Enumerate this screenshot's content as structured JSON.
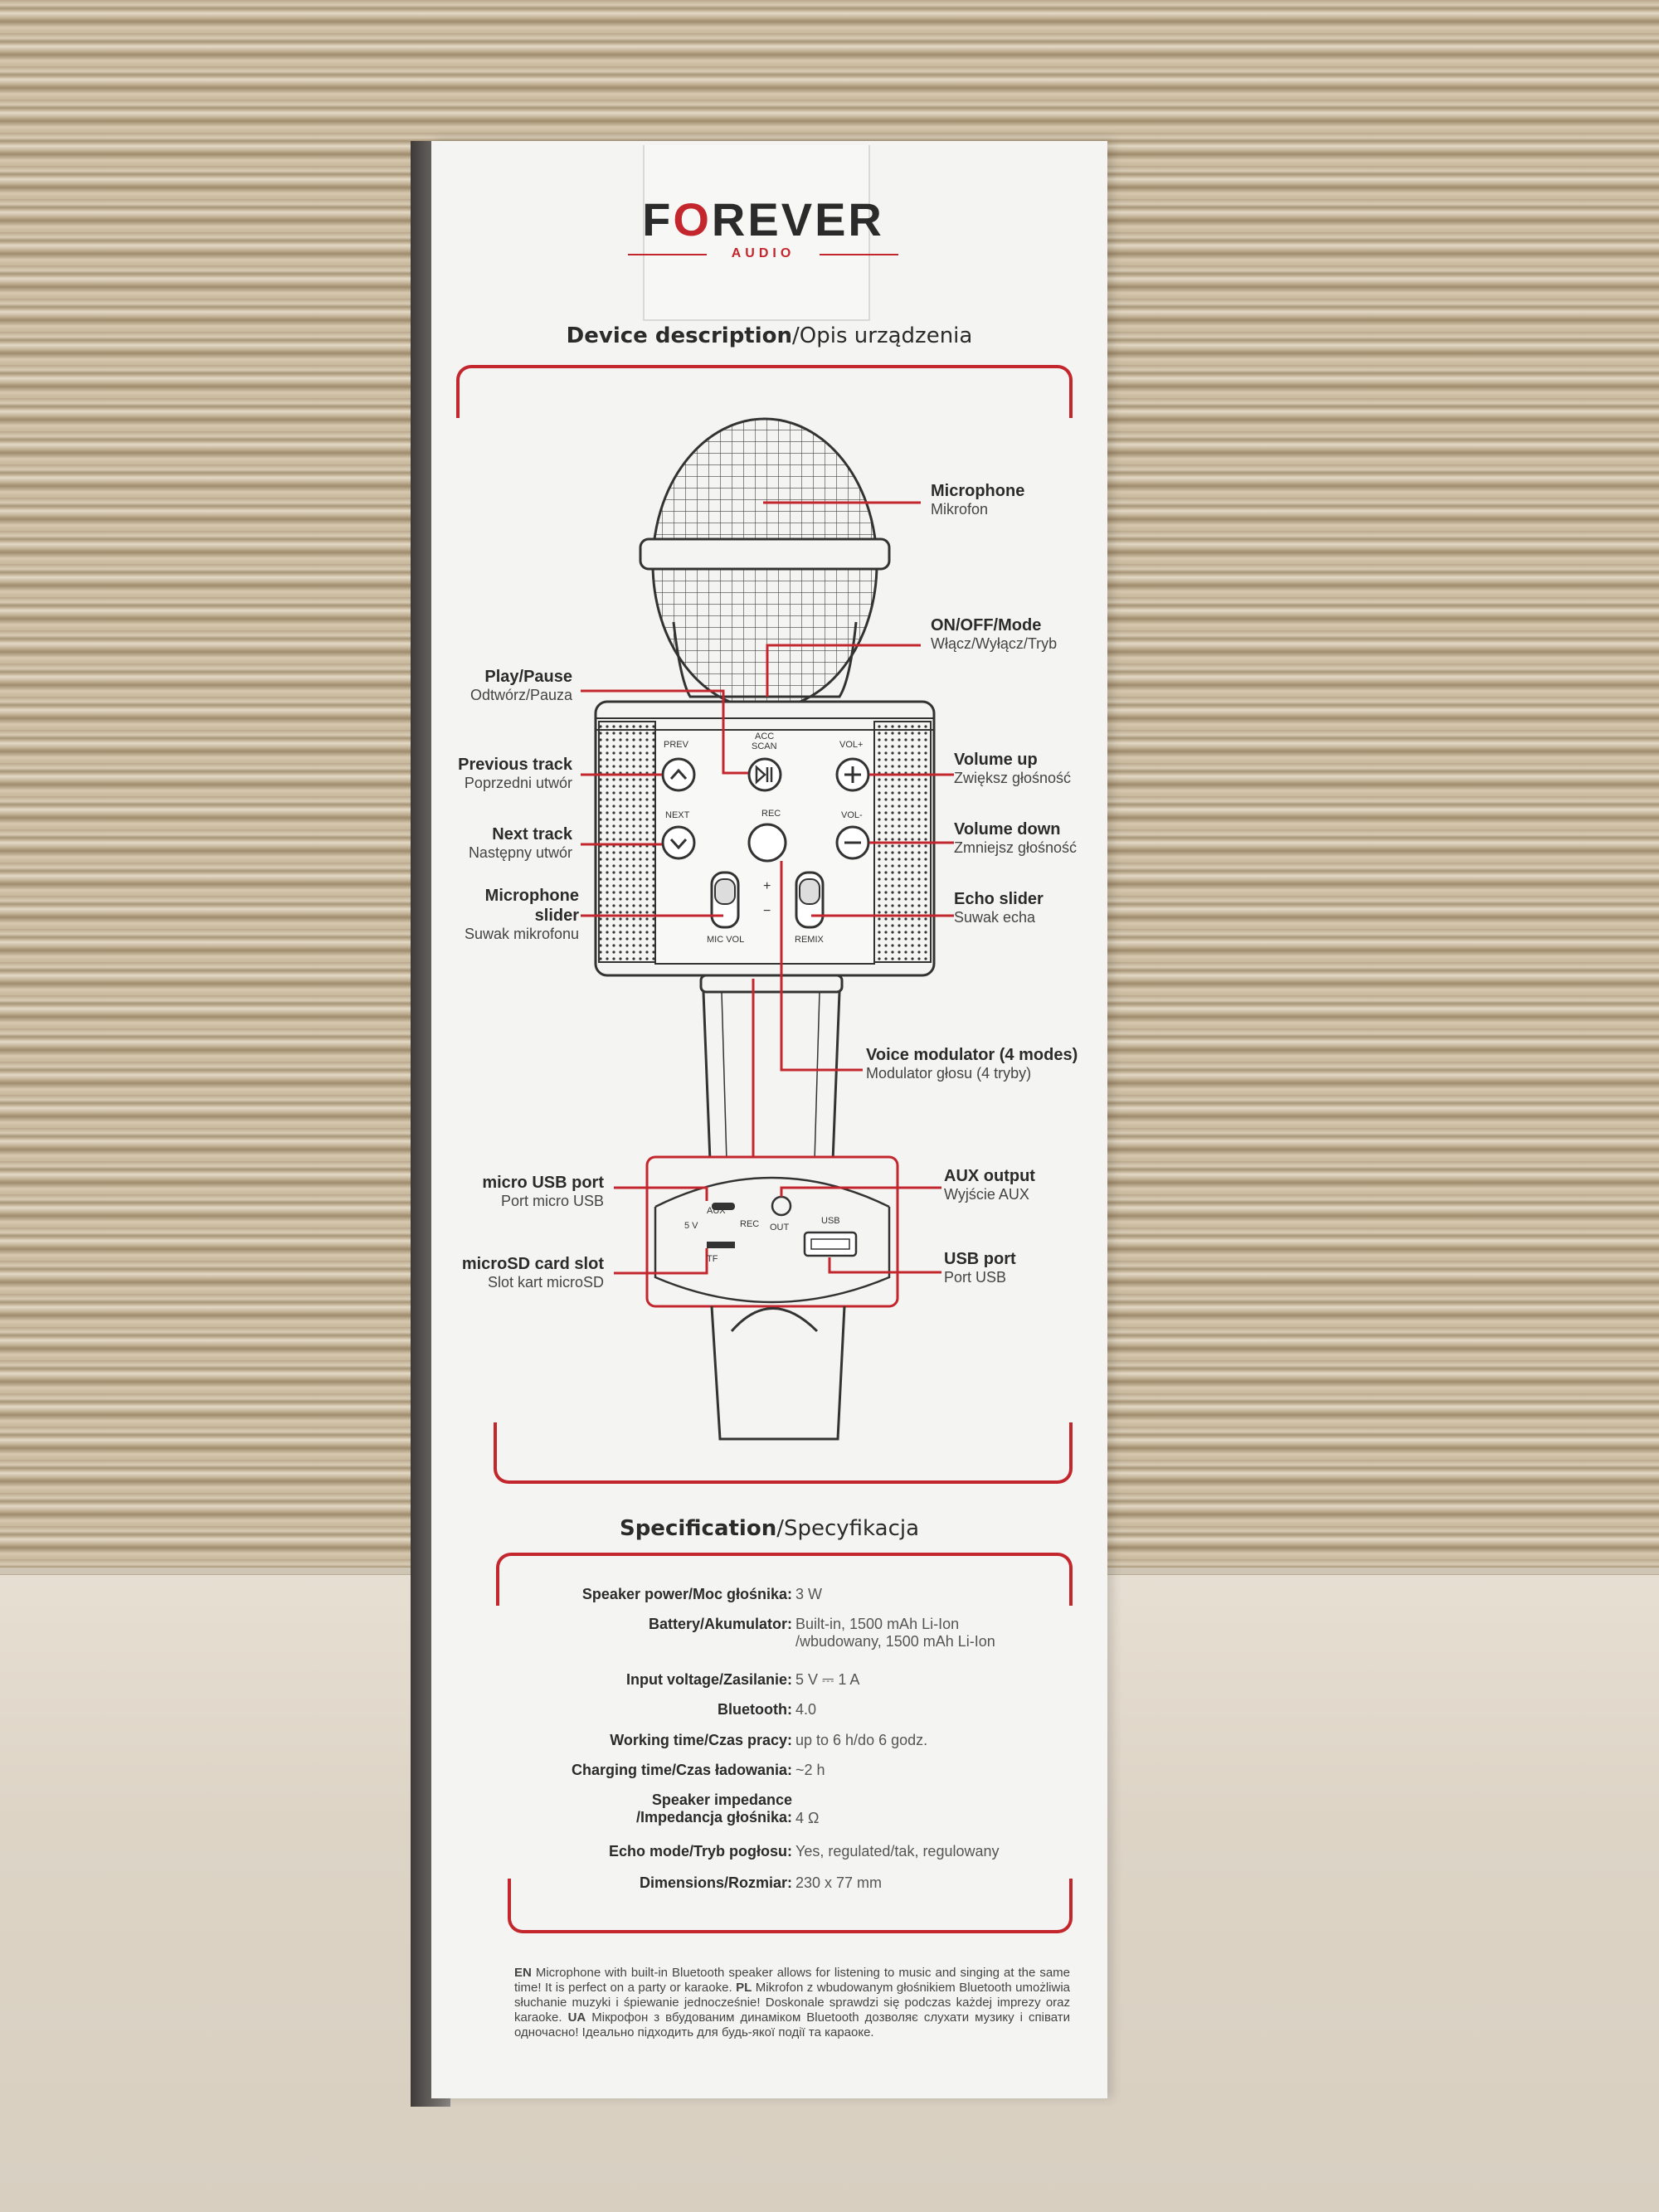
{
  "brand": {
    "name_pre": "F",
    "name_o": "O",
    "name_post": "REVER",
    "sub": "AUDIO"
  },
  "device_description": {
    "title_en": "Device description",
    "title_pl": "/Opis urządzenia"
  },
  "callouts": {
    "microphone": {
      "en": "Microphone",
      "pl": "Mikrofon"
    },
    "onoff": {
      "en": "ON/OFF/Mode",
      "pl": "Włącz/Wyłącz/Tryb"
    },
    "play": {
      "en": "Play/Pause",
      "pl": "Odtwórz/Pauza"
    },
    "prev": {
      "en": "Previous track",
      "pl": "Poprzedni utwór"
    },
    "next": {
      "en": "Next track",
      "pl": "Następny utwór"
    },
    "micslider": {
      "en1": "Microphone",
      "en2": "slider",
      "pl": "Suwak mikrofonu"
    },
    "volup": {
      "en": "Volume up",
      "pl": "Zwiększ głośność"
    },
    "voldown": {
      "en": "Volume down",
      "pl": "Zmniejsz głośność"
    },
    "echo": {
      "en": "Echo slider",
      "pl": "Suwak echa"
    },
    "voice": {
      "en": "Voice modulator (4 modes)",
      "pl": "Modulator głosu (4 tryby)"
    },
    "microusb": {
      "en": "micro USB port",
      "pl": "Port micro USB"
    },
    "microsd": {
      "en": "microSD card slot",
      "pl": "Slot kart microSD"
    },
    "aux": {
      "en": "AUX output",
      "pl": "Wyjście AUX"
    },
    "usb": {
      "en": "USB port",
      "pl": "Port USB"
    }
  },
  "device_labels": {
    "prev": "PREV",
    "acc": "ACC",
    "scan": "SCAN",
    "volplus": "VOL+",
    "next": "NEXT",
    "rec": "REC",
    "volminus": "VOL-",
    "micvol": "MIC VOL",
    "remix": "REMIX",
    "plus": "+",
    "minus": "−",
    "fivev": "5 V",
    "aux": "AUX",
    "rec2": "REC",
    "out": "OUT",
    "usb": "USB",
    "tf": "TF"
  },
  "specification": {
    "title_en": "Specification",
    "title_pl": "/Specyfikacja",
    "rows": [
      {
        "label": "Speaker power/Moc głośnika:",
        "value": "3 W"
      },
      {
        "label": "Battery/Akumulator:",
        "value": "Built-in, 1500 mAh Li-Ion",
        "value2": "/wbudowany, 1500 mAh Li-Ion"
      },
      {
        "label": "Input voltage/Zasilanie:",
        "value": "5 V ⎓ 1 A"
      },
      {
        "label": "Bluetooth:",
        "value": "4.0"
      },
      {
        "label": "Working time/Czas pracy:",
        "value": "up to 6 h/do 6 godz."
      },
      {
        "label": "Charging time/Czas ładowania:",
        "value": "~2 h"
      },
      {
        "label": "Speaker impedance",
        "label2": "/Impedancja głośnika:",
        "value": "4 Ω"
      },
      {
        "label": "Echo mode/Tryb pogłosu:",
        "value": "Yes, regulated/tak, regulowany"
      },
      {
        "label": "Dimensions/Rozmiar:",
        "value": "230 x 77 mm"
      }
    ]
  },
  "description_text": {
    "en_tag": "EN",
    "en": "Microphone with built-in Bluetooth speaker allows for listening to music and singing at the same time! It is perfect on a party or karaoke.",
    "pl_tag": "PL",
    "pl": "Mikrofon z wbudowanym głośnikiem Bluetooth umożliwia słuchanie muzyki i śpiewanie jednocześnie! Doskonale sprawdzi się podczas każdej imprezy oraz karaoke.",
    "ua_tag": "UA",
    "ua": "Мікрофон з вбудованим динаміком Bluetooth дозволяє слухати музику і співати одночасно! Ідеально підходить для будь-якої події та караоке."
  },
  "colors": {
    "accent": "#c4262e",
    "ink": "#2b2b2b",
    "box": "#f4f4f2"
  }
}
